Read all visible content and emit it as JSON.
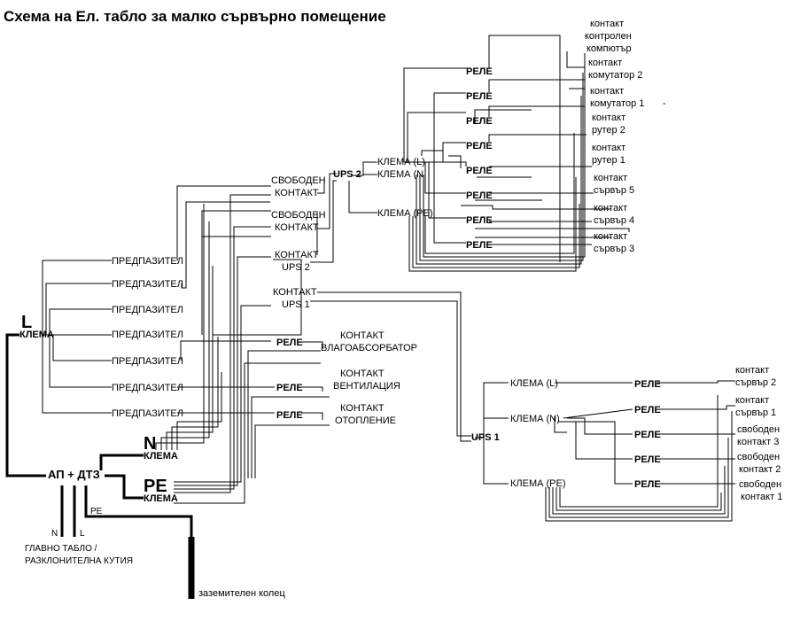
{
  "title": "Схема на Ел. табло за малко сървърно помещение",
  "main_panel": {
    "L": "L",
    "klema_L": "КЛЕМА",
    "N": "N",
    "klema_N": "КЛЕМА",
    "PE": "PE",
    "klema_PE": "КЛЕМА",
    "ap_dtz": "АП + ДТЗ",
    "fuses": [
      "ПРЕДПАЗИТЕЛ",
      "ПРЕДПАЗИТЕЛ",
      "ПРЕДПАЗИТЕЛ",
      "ПРЕДПАЗИТЕЛ",
      "ПРЕДПАЗИТЕЛ",
      "ПРЕДПАЗИТЕЛ",
      "ПРЕДПАЗИТЕЛ"
    ],
    "left_outputs": [
      "СВОБОДЕН",
      "КОНТАКТ",
      "СВОБОДЕН",
      "КОНТАКТ",
      "КОНТАКТ",
      "UPS 2",
      "КОНТАКТ",
      "UPS 1"
    ],
    "relays": [
      {
        "relay": "РЕЛЕ",
        "load1": "КОНТАКТ",
        "load2": "ВЛАГОАБСОРБАТОР"
      },
      {
        "relay": "РЕЛЕ",
        "load1": "КОНТАКТ",
        "load2": "ВЕНТИЛАЦИЯ"
      },
      {
        "relay": "РЕЛЕ",
        "load1": "КОНТАКТ",
        "load2": "ОТОПЛЕНИЕ"
      }
    ],
    "feed_N": "N",
    "feed_L": "L",
    "feed_PE": "PE",
    "source": "ГЛАВНО ТАБЛО /\nРАЗКЛОНИТЕЛНА КУТИЯ",
    "source_line1": "ГЛАВНО ТАБЛО /",
    "source_line2": "РАЗКЛОНИТЕЛНА КУТИЯ",
    "ground": "заземителен колец"
  },
  "ups2": {
    "label": "UPS 2",
    "klema_l": "КЛЕМА (L)",
    "klema_n": "КЛЕМА (N",
    "klema_pe": "КЛЕМА (PE)",
    "relays": [
      "РЕЛЕ",
      "РЕЛЕ",
      "РЕЛЕ",
      "РЕЛЕ",
      "РЕЛЕ",
      "РЕЛЕ",
      "РЕЛЕ",
      "РЕЛЕ"
    ],
    "outputs": [
      [
        "контакт",
        "контролен",
        "компютър"
      ],
      [
        "контакт",
        "комутатор 2"
      ],
      [
        "контакт",
        "комутатор 1"
      ],
      [
        "контакт",
        "рутер 2"
      ],
      [
        "контакт",
        "рутер 1"
      ],
      [
        "контакт",
        "сървър 5"
      ],
      [
        "контакт",
        "сървър 4"
      ],
      [
        "контакт",
        "сървър 3"
      ]
    ],
    "dash": "-"
  },
  "ups1": {
    "label": "UPS 1",
    "klema_l": "КЛЕМА (L)",
    "klema_n": "КЛЕМА (N)",
    "klema_pe": "КЛЕМА (PE)",
    "relays": [
      "РЕЛЕ",
      "РЕЛЕ",
      "РЕЛЕ",
      "РЕЛЕ",
      "РЕЛЕ"
    ],
    "outputs": [
      [
        "контакт",
        "сървър 2"
      ],
      [
        "контакт",
        "сървър 1"
      ],
      [
        "свободен",
        "контакт 3"
      ],
      [
        "свободен",
        "контакт 2"
      ],
      [
        "свободен",
        "контакт 1"
      ]
    ]
  }
}
